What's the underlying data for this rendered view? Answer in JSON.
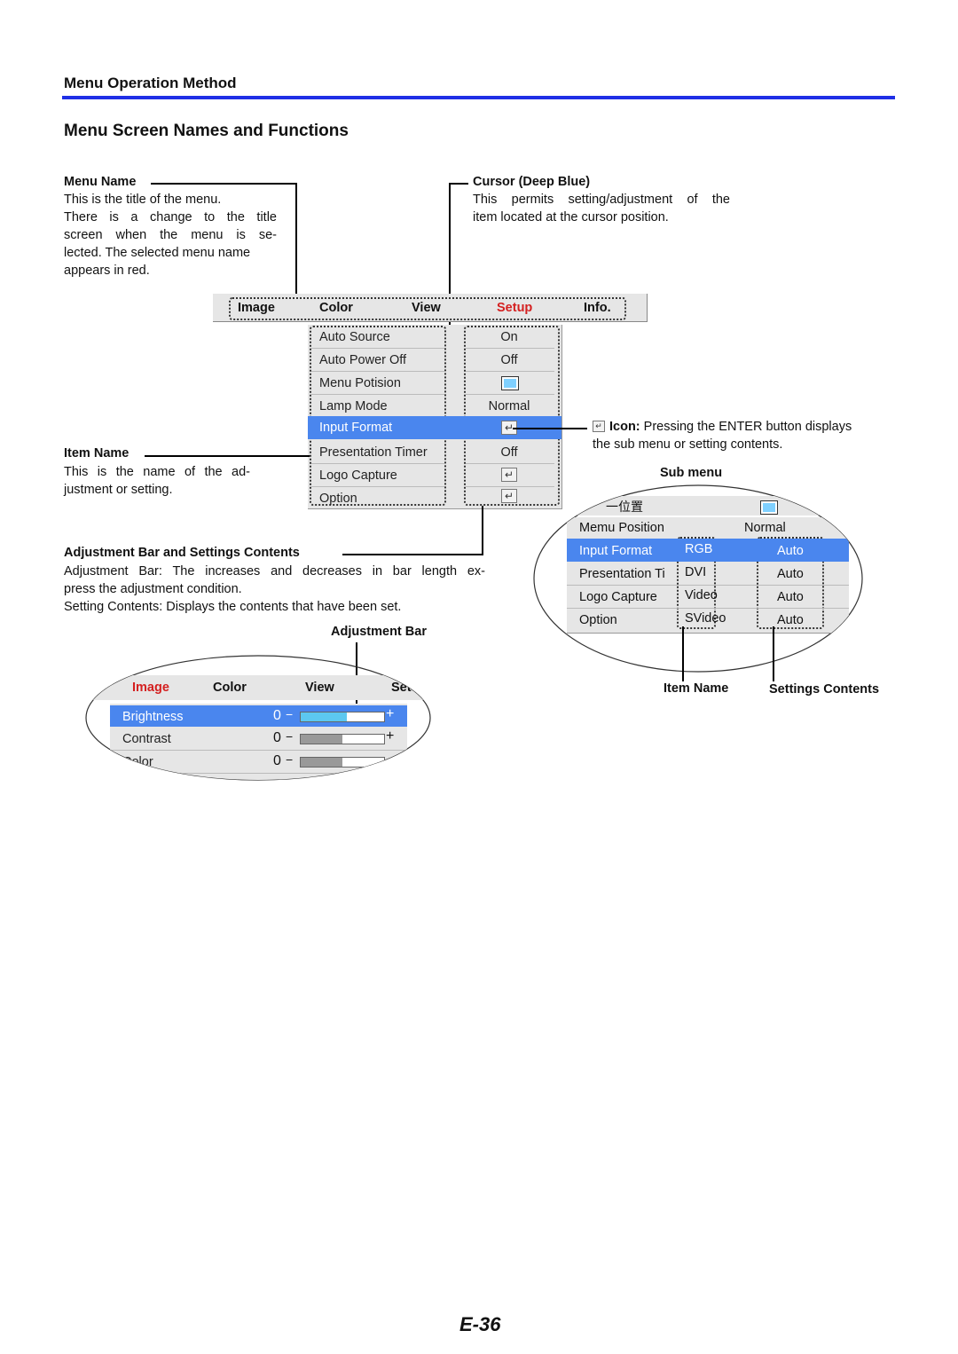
{
  "section_header": "Menu Operation Method",
  "page_title": "Menu Screen Names and Functions",
  "menu_name": {
    "label": "Menu Name",
    "lines": [
      "This is the title of the menu.",
      "There is a change to the title",
      "screen when the menu is se-",
      "lected. The selected menu name",
      "appears in red."
    ]
  },
  "cursor": {
    "label": "Cursor (Deep Blue)",
    "lines": [
      "This permits setting/adjustment of the",
      "item located at the cursor position."
    ]
  },
  "item_name": {
    "label": "Item Name",
    "lines": [
      "This is the name of the ad-",
      "justment or setting."
    ]
  },
  "icon_note": {
    "label": "Icon:",
    "text": "Pressing the ENTER button displays",
    "text2": "the sub menu or setting contents."
  },
  "adjustment": {
    "label": "Adjustment Bar and Settings Contents",
    "lines": [
      "Adjustment Bar: The increases and decreases in bar length ex-",
      "press the adjustment condition.",
      "Setting Contents: Displays the contents that have been set."
    ],
    "bar_label": "Adjustment Bar"
  },
  "main_menu": {
    "tabs": [
      "Image",
      "Color",
      "View",
      "Setup",
      "Info."
    ],
    "active_tab": "Setup",
    "items": [
      {
        "name": "Auto Source",
        "value": "On"
      },
      {
        "name": "Auto Power Off",
        "value": "Off"
      },
      {
        "name": "Menu Potision",
        "value": "",
        "icon": "menu-position-icon"
      },
      {
        "name": "Lamp Mode",
        "value": "Normal"
      },
      {
        "name": "Input Format",
        "value": "",
        "icon": "enter-icon",
        "selected": true
      },
      {
        "name": "Presentation Timer",
        "value": "Off"
      },
      {
        "name": "Logo Capture",
        "value": "",
        "icon": "enter-icon"
      },
      {
        "name": "Option",
        "value": "",
        "icon": "enter-icon"
      }
    ]
  },
  "sub_menu": {
    "label": "Sub menu",
    "title_fragment": "一位置",
    "rows": [
      {
        "name": "Memu Position",
        "setting": "",
        "value": "Normal"
      },
      {
        "name": "Input Format",
        "setting": "RGB",
        "value": "Auto",
        "selected": true
      },
      {
        "name": "Presentation Ti",
        "setting": "DVI",
        "value": "Auto"
      },
      {
        "name": "Logo Capture",
        "setting": "Video",
        "value": "Auto"
      },
      {
        "name": "Option",
        "setting": "SVideo",
        "value": "Auto"
      }
    ],
    "item_name_label": "Item Name",
    "settings_label": "Settings Contents"
  },
  "image_menu": {
    "tabs": [
      "Image",
      "Color",
      "View",
      "Setu"
    ],
    "active_tab": "Image",
    "rows": [
      {
        "name": "Brightness",
        "value": "0",
        "fill": 0.55,
        "selected": true
      },
      {
        "name": "Contrast",
        "value": "0",
        "fill": 0.5
      },
      {
        "name": "Color",
        "value": "0",
        "fill": 0.5
      }
    ],
    "minus": "−",
    "plus": "+"
  },
  "page_number": "E-36",
  "colors": {
    "accent_blue": "#1f2fe6",
    "cursor_blue": "#4a86ee",
    "active_red": "#d42020"
  }
}
